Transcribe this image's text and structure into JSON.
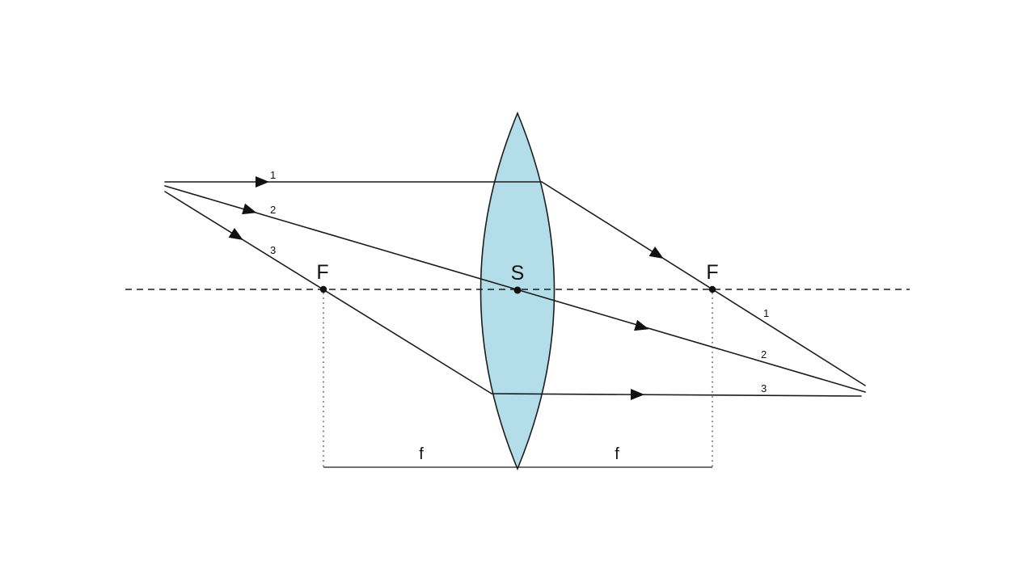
{
  "colors": {
    "lens_fill": "#b3dde9",
    "ink": "#1a1a1a",
    "background": "#ffffff"
  },
  "lens": {
    "center_label": "S"
  },
  "focal_points": {
    "left_label": "F",
    "right_label": "F"
  },
  "focal_lengths": {
    "left_label": "f",
    "right_label": "f"
  },
  "rays": [
    {
      "name": "ray-1",
      "incident_label": "1",
      "refracted_label": "1"
    },
    {
      "name": "ray-2",
      "incident_label": "2",
      "refracted_label": "2"
    },
    {
      "name": "ray-3",
      "incident_label": "3",
      "refracted_label": "3"
    }
  ]
}
